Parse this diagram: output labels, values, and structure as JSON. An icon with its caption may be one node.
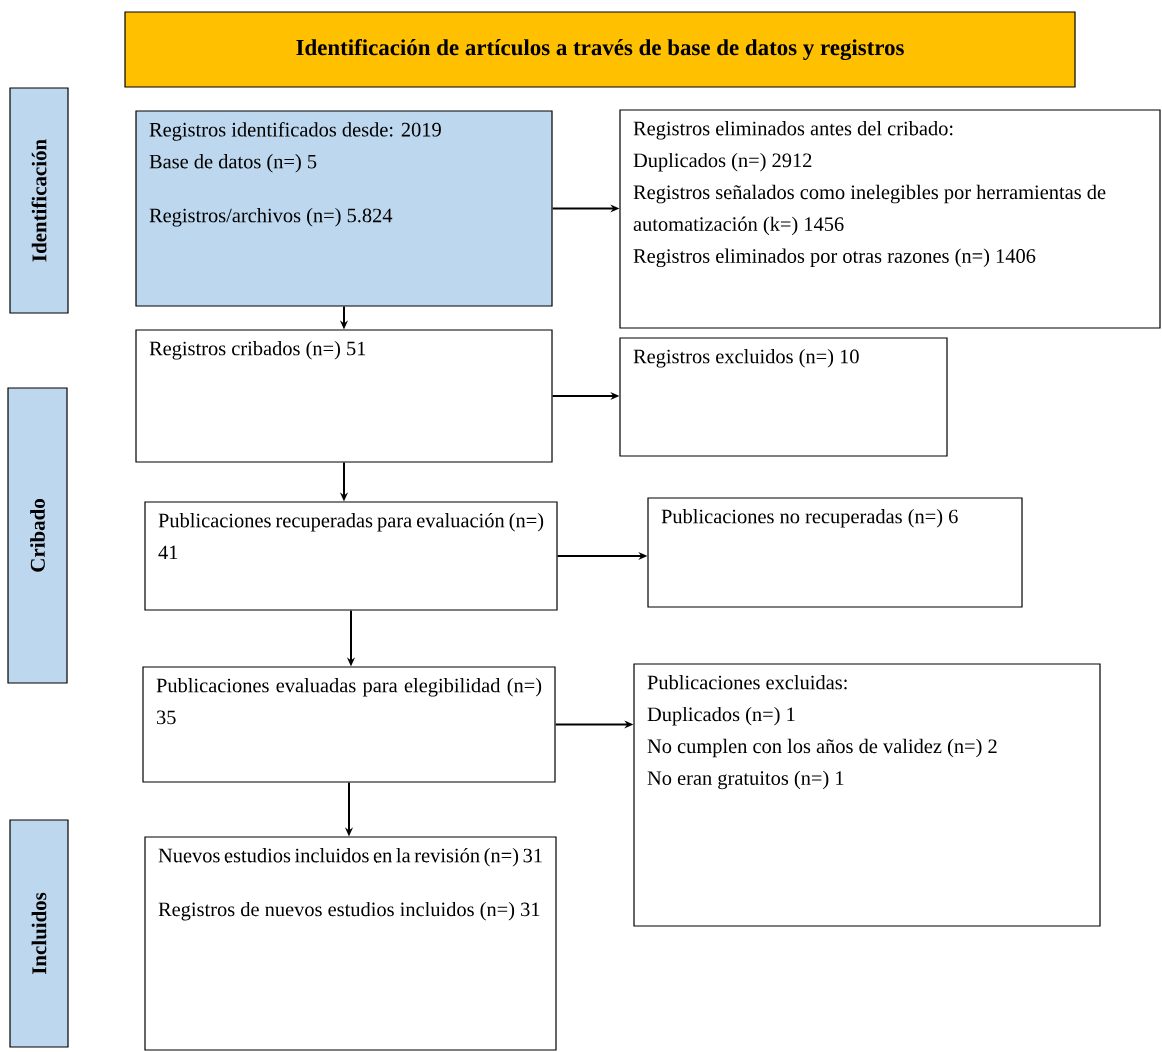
{
  "diagram": {
    "nodes": [
      {
        "text": [
          "Identificación de artículos a través de base de datos y registros"
        ]
      },
      {
        "text": [
          "Identificación"
        ]
      },
      {
        "text": [
          "Cribado"
        ]
      },
      {
        "text": [
          "Incluidos"
        ]
      },
      {
        "text": [
          "Registros identificados desde: 2019",
          "Base de datos (n=) 5",
          "Registros/archivos (n=) 5.824"
        ]
      },
      {
        "text": [
          "Registros eliminados antes del cribado:",
          "Duplicados (n=) 2912",
          "Registros señalados como inelegibles por herramientas de automatización (k=) 1456",
          "Registros eliminados por otras razones (n=) 1406"
        ]
      },
      {
        "text": [
          "Registros cribados (n=) 51"
        ]
      },
      {
        "text": [
          "Registros excluidos (n=) 10"
        ]
      },
      {
        "text": [
          "Publicaciones recuperadas para evaluación (n=) 41"
        ]
      },
      {
        "text": [
          "Publicaciones no recuperadas (n=) 6"
        ]
      },
      {
        "text": [
          "Publicaciones evaluadas para elegibilidad (n=) 35"
        ]
      },
      {
        "text": [
          "Publicaciones excluidas:",
          "Duplicados (n=) 1",
          "No cumplen con los años de validez (n=) 2",
          "No eran gratuitos (n=) 1"
        ]
      },
      {
        "text": [
          "Nuevos estudios incluidos en la revisión (n=) 31",
          "Registros de nuevos estudios incluidos (n=) 31"
        ]
      }
    ],
    "edges": [
      {
        "from": 4,
        "to": 5,
        "arrow": "to"
      },
      {
        "from": 4,
        "to": 6,
        "arrow": "to"
      },
      {
        "from": 6,
        "to": 7,
        "arrow": "to"
      },
      {
        "from": 6,
        "to": 8,
        "arrow": "to"
      },
      {
        "from": 8,
        "to": 9,
        "arrow": "to"
      },
      {
        "from": 8,
        "to": 10,
        "arrow": "to"
      },
      {
        "from": 10,
        "to": 11,
        "arrow": "to"
      },
      {
        "from": 10,
        "to": 12,
        "arrow": "to"
      }
    ]
  }
}
